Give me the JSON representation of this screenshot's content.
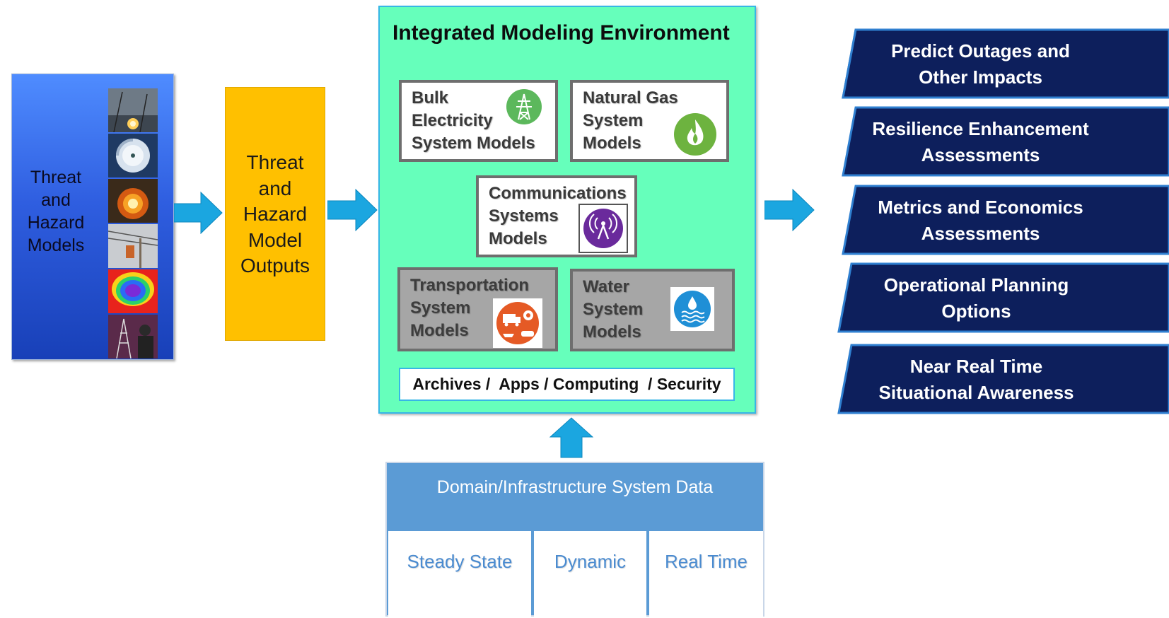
{
  "threat_models": {
    "label": "Threat\nand\nHazard\nModels",
    "thumbnails": [
      "lightning-photo",
      "hurricane-satellite-photo",
      "fire-explosion-photo",
      "ice-storm-lineworker-photo",
      "heat-map-photo",
      "cyber-attack-photo"
    ]
  },
  "outputs": {
    "label": "Threat\nand\nHazard\nModel\nOutputs"
  },
  "environment": {
    "title": "Integrated Modeling Environment",
    "cards": {
      "bulk": {
        "label": "Bulk\nElectricity\nSystem Models",
        "icon": "transmission-tower-icon"
      },
      "gas": {
        "label": "Natural Gas\nSystem\nModels",
        "icon": "flame-icon"
      },
      "comms": {
        "label": "Communications\nSystems\nModels",
        "icon": "radio-antenna-icon"
      },
      "transport": {
        "label": "Transportation\nSystem\nModels",
        "icon": "transportation-icon"
      },
      "water": {
        "label": "Water\nSystem\nModels",
        "icon": "water-drop-icon"
      }
    },
    "bar": "Archives /  Apps / Computing  / Security"
  },
  "outcomes": [
    "Predict Outages and\nOther Impacts",
    "Resilience Enhancement\nAssessments",
    "Metrics and Economics\nAssessments",
    "Operational Planning\nOptions",
    "Near Real Time\nSituational Awareness"
  ],
  "data_panel": {
    "title": "Domain/Infrastructure System Data",
    "cells": [
      "Steady State",
      "Dynamic",
      "Real Time"
    ]
  },
  "colors": {
    "threat_blue": "#2f5ee0",
    "outputs_yellow": "#ffc000",
    "environment_green": "#66ffbb",
    "arrow_blue": "#1ba6e0",
    "outcome_navy": "#0d1f5c",
    "data_blue": "#5b9bd5"
  }
}
